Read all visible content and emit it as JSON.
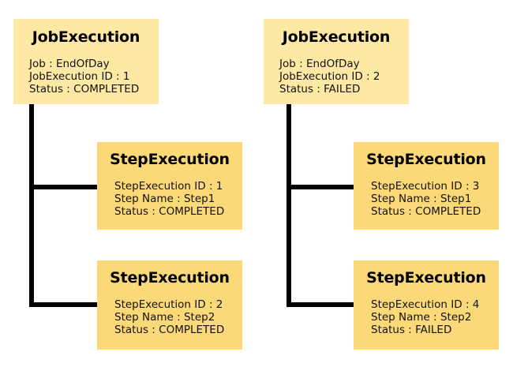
{
  "diagram": {
    "title_left": "JobExecution",
    "title_right": "JobExecution",
    "colors": {
      "job_fill": "#fde8a4",
      "step_fill": "#fcd978",
      "connector": "#000000",
      "background": "#ffffff",
      "text": "#111111"
    }
  },
  "nodes": {
    "job_left": {
      "title": "JobExecution",
      "fields": [
        "Job : EndOfDay",
        "JobExecution ID : 1",
        "Status : COMPLETED"
      ]
    },
    "job_right": {
      "title": "JobExecution",
      "fields": [
        "Job : EndOfDay",
        "JobExecution ID : 2",
        "Status : FAILED"
      ]
    },
    "step_left_top": {
      "title": "StepExecution",
      "fields": [
        "StepExecution ID : 1",
        "Step Name : Step1",
        "Status : COMPLETED"
      ]
    },
    "step_left_bottom": {
      "title": "StepExecution",
      "fields": [
        "StepExecution ID : 2",
        "Step Name : Step2",
        "Status : COMPLETED"
      ]
    },
    "step_right_top": {
      "title": "StepExecution",
      "fields": [
        "StepExecution ID : 3",
        "Step Name : Step1",
        "Status : COMPLETED"
      ]
    },
    "step_right_bottom": {
      "title": "StepExecution",
      "fields": [
        "StepExecution ID : 4",
        "Step Name : Step2",
        "Status : FAILED"
      ]
    }
  }
}
